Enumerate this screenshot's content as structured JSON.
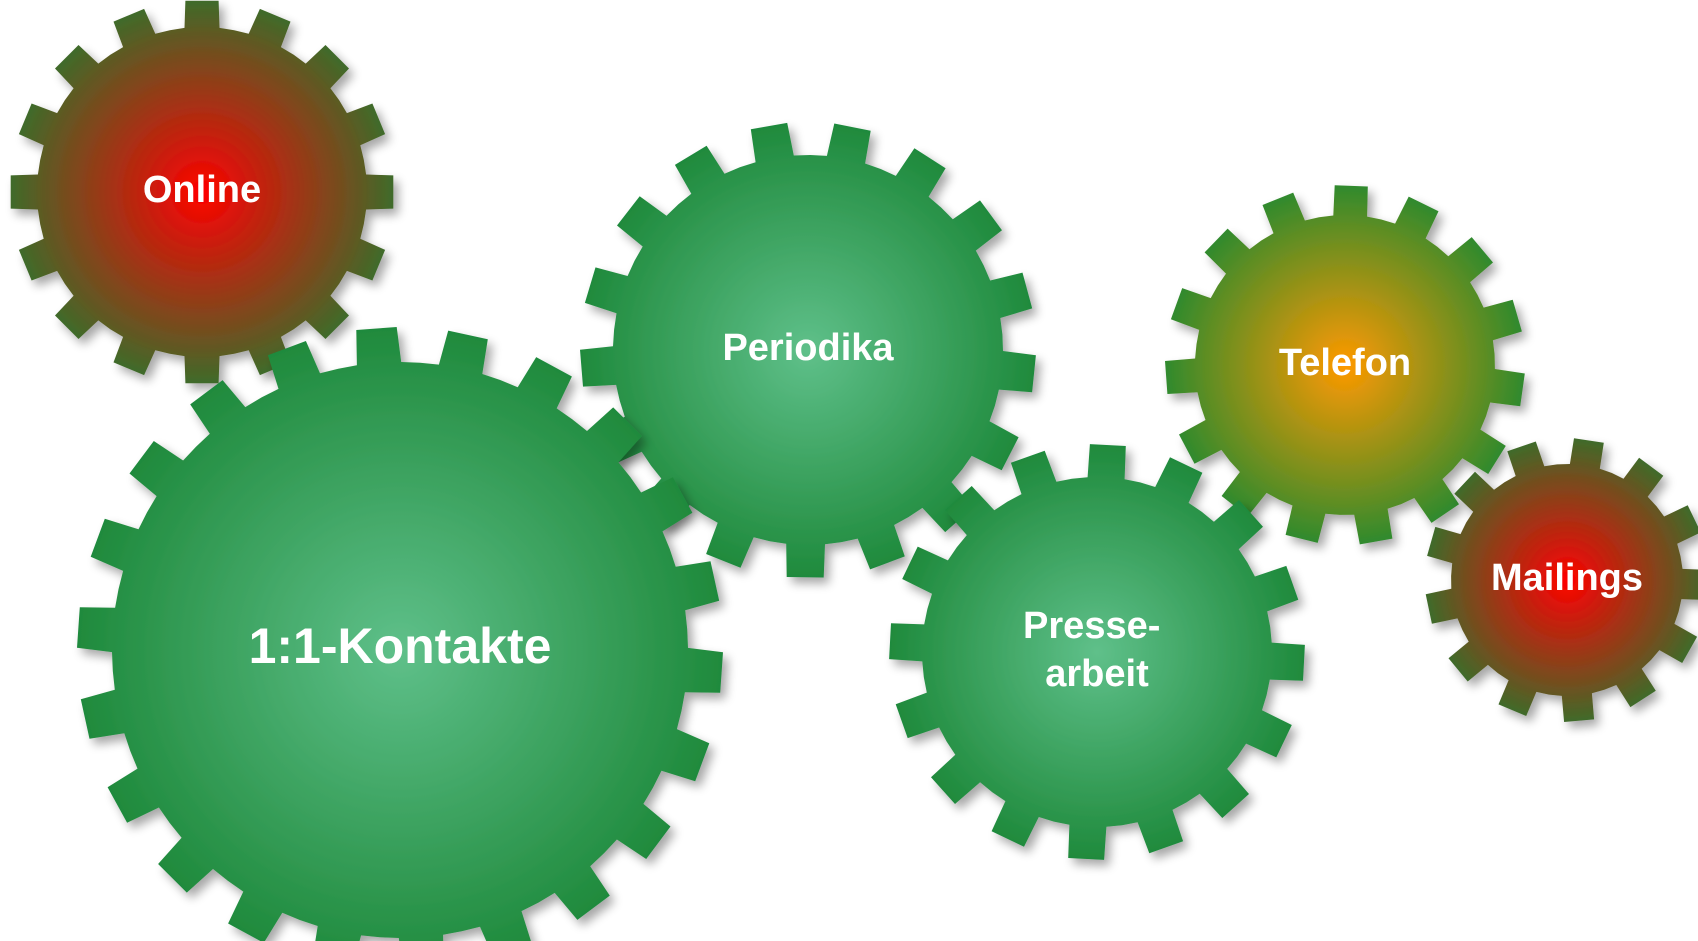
{
  "diagram": {
    "gears": [
      {
        "id": "online",
        "label_lines": [
          "Online"
        ],
        "color": "red"
      },
      {
        "id": "kontakte",
        "label_lines": [
          "1:1-Kontakte"
        ],
        "color": "green"
      },
      {
        "id": "periodika",
        "label_lines": [
          "Periodika"
        ],
        "color": "green"
      },
      {
        "id": "presse",
        "label_lines": [
          "Presse-",
          "arbeit"
        ],
        "color": "green"
      },
      {
        "id": "telefon",
        "label_lines": [
          "Telefon"
        ],
        "color": "orange"
      },
      {
        "id": "mailings",
        "label_lines": [
          "Mailings"
        ],
        "color": "red"
      }
    ],
    "colors": {
      "green_outer": "#1f8a3c",
      "green_center": "#5fc08a",
      "red_outer": "#3f6b2a",
      "red_center": "#ff0000",
      "orange_outer": "#2f8a2e",
      "orange_center": "#ff9900"
    }
  }
}
